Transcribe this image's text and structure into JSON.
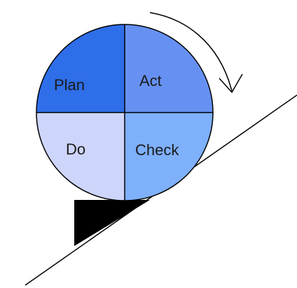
{
  "diagram": {
    "quadrants": [
      {
        "id": "plan",
        "label": "Plan",
        "color": "#2e6ee8"
      },
      {
        "id": "act",
        "label": "Act",
        "color": "#6691f2"
      },
      {
        "id": "do",
        "label": "Do",
        "color": "#cdd5fa"
      },
      {
        "id": "check",
        "label": "Check",
        "color": "#7eb0fc"
      }
    ],
    "wedge_color": "#000000",
    "line_color": "#000000"
  }
}
